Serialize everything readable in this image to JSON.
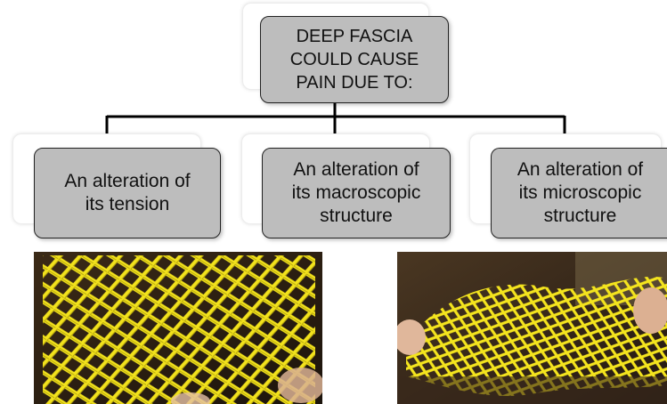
{
  "diagram": {
    "root": {
      "label": "DEEP FASCIA\nCOULD CAUSE\nPAIN DUE TO:"
    },
    "children": [
      {
        "label": "An alteration of\nits tension"
      },
      {
        "label": "An alteration of\nits macroscopic\nstructure"
      },
      {
        "label": "An alteration of\nits microscopic\nstructure"
      }
    ],
    "colors": {
      "box_fill": "#bdbdbd",
      "box_border": "#222222",
      "connector": "#000000",
      "mesh": "#f2e21c",
      "mesh_shadow": "#b8a80c",
      "photo_background": "#2a1c10"
    }
  },
  "photos": [
    {
      "subject": "mesh-stretched-even"
    },
    {
      "subject": "mesh-twisted"
    }
  ]
}
